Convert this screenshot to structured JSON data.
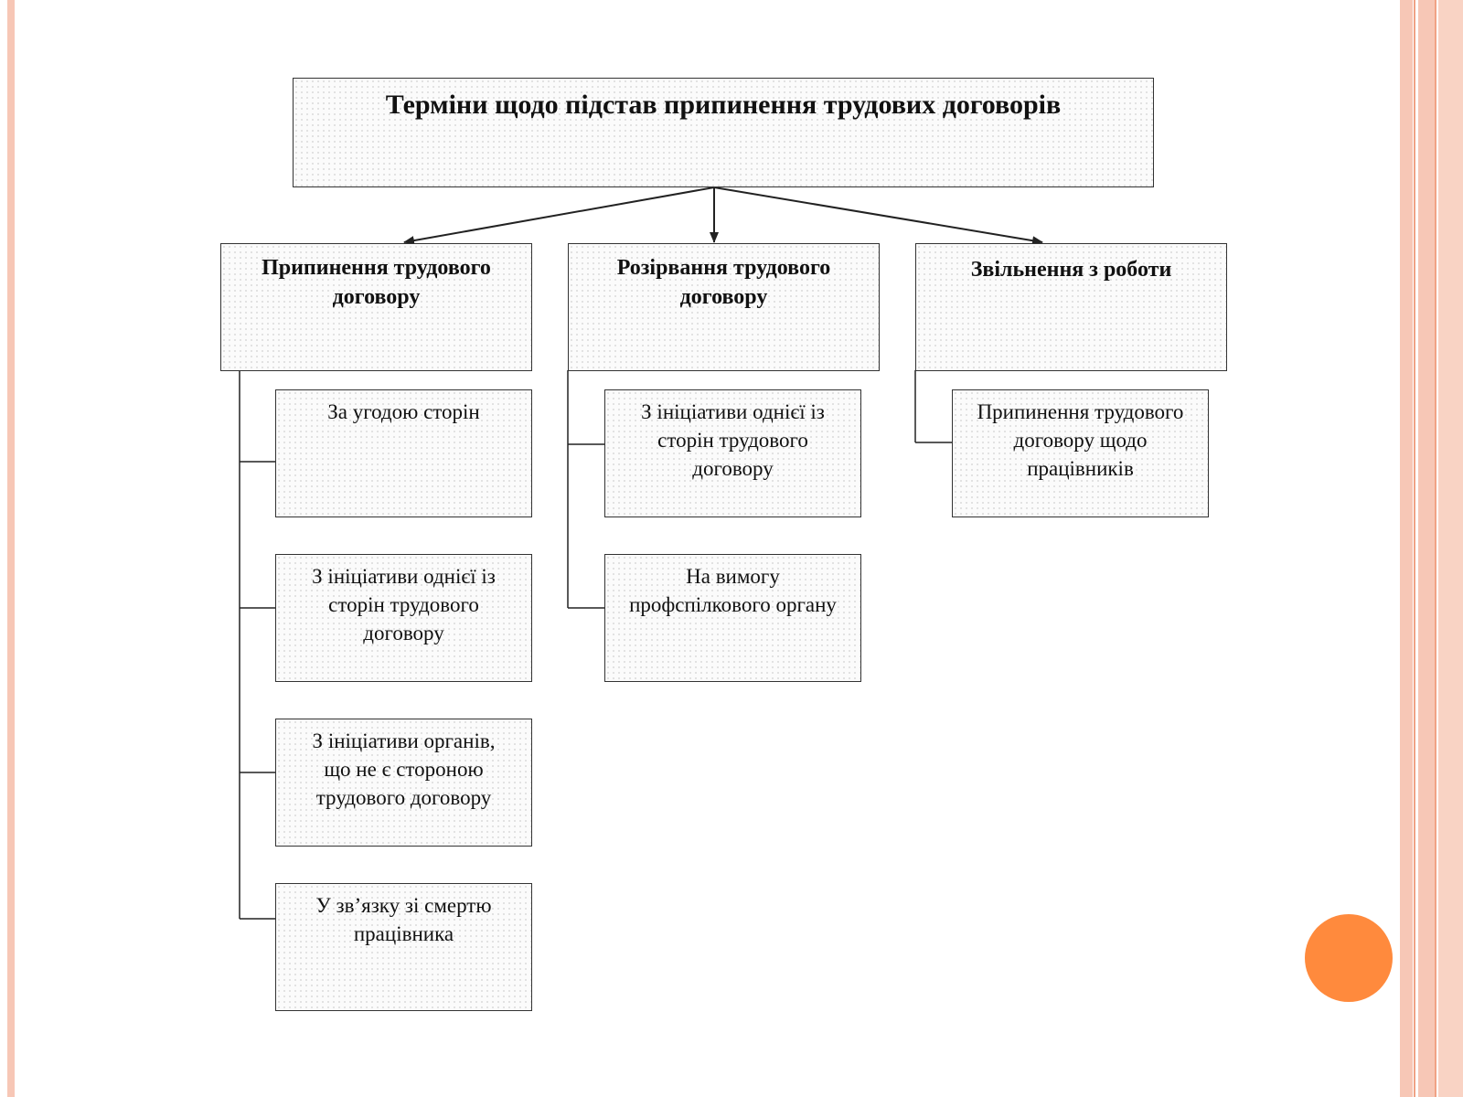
{
  "diagram": {
    "title": "Терміни щодо підстав припинення трудових договорів",
    "categories": [
      {
        "label": "Припинення трудового\nдоговору",
        "items": [
          "За угодою сторін",
          "З ініціативи однієї із\nсторін трудового\nдоговору",
          "З ініціативи органів,\nщо не є стороною\nтрудового договору",
          "У зв’язку зі смертю\nпрацівника"
        ]
      },
      {
        "label": "Розірвання трудового\nдоговору",
        "items": [
          "З ініціативи однієї із\nсторін трудового\nдоговору",
          "На вимогу\nпрофспілкового органу"
        ]
      },
      {
        "label": "Звільнення з роботи",
        "items": [
          "Припинення трудового\nдоговору щодо\nпрацівників"
        ]
      }
    ]
  },
  "colors": {
    "frame": "#f7c7b6",
    "accent_dot": "#ff8a3d",
    "box_border": "#333333"
  }
}
